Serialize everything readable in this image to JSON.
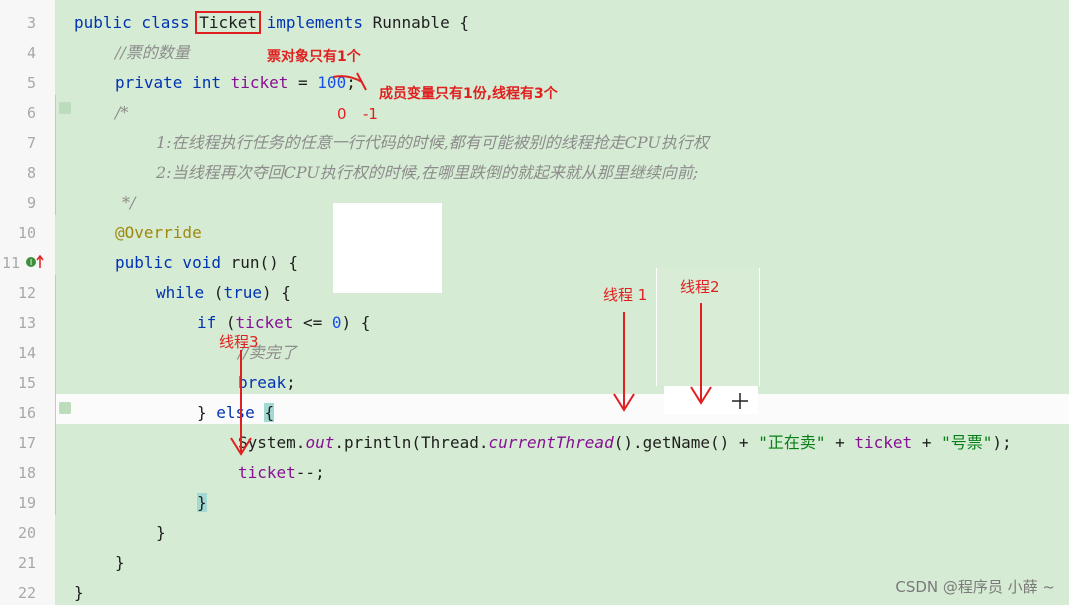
{
  "line_numbers": [
    "3",
    "4",
    "5",
    "6",
    "7",
    "8",
    "9",
    "10",
    "11",
    "12",
    "13",
    "14",
    "15",
    "16",
    "17",
    "18",
    "19",
    "20",
    "21",
    "22"
  ],
  "code": {
    "l3": {
      "kw1": "public class ",
      "cls": "Ticket",
      "kw2": " implements",
      "rest": " Runnable {"
    },
    "l4": {
      "comment": "//票的数量"
    },
    "l5": {
      "kw": "private int ",
      "field": "ticket",
      "op": " = ",
      "num": "100",
      "end": ";"
    },
    "l6": {
      "comment": "/*"
    },
    "l7": {
      "comment": "1:在线程执行任务的任意一行代码的时候,都有可能被别的线程抢走CPU执行权"
    },
    "l8": {
      "comment": "2:当线程再次夺回CPU执行权的时候,在哪里跌倒的就起来就从那里继续向前;"
    },
    "l9": {
      "comment": "*/"
    },
    "l10": {
      "ann": "@Override"
    },
    "l11": {
      "kw": "public void ",
      "rest": "run() {"
    },
    "l12": {
      "kw": "while ",
      "rest1": "(",
      "kw2": "true",
      "rest2": ") {"
    },
    "l13": {
      "kw": "if ",
      "rest1": "(",
      "field": "ticket",
      "rest2": " <= ",
      "num": "0",
      "rest3": ") {"
    },
    "l14": {
      "comment": "//卖完了"
    },
    "l15": {
      "kw": "break",
      "end": ";"
    },
    "l16": {
      "rest": "} ",
      "kw": "else",
      "brace": "{"
    },
    "l17": {
      "p1": "System.",
      "static": "out",
      "p2": ".println(Thread.",
      "static2": "currentThread",
      "p3": "().getName() + ",
      "s1": "\"正在卖\"",
      "p4": " + ",
      "field": "ticket",
      "p5": " + ",
      "s2": "\"号票\"",
      "p6": ");"
    },
    "l18": {
      "field": "ticket",
      "rest": "--;"
    },
    "l19": {
      "brace": "}"
    },
    "l20": {
      "rest": "}"
    },
    "l21": {
      "rest": "}"
    },
    "l22": {
      "rest": "}"
    }
  },
  "annotations": {
    "ticket_object": "票对象只有1个",
    "member_var": "成员变量只有1份,线程有3个",
    "zero": "0",
    "minus_one": "-1",
    "thread1": "线程 1",
    "thread2": "线程2",
    "thread3": "线程3"
  },
  "watermark": "CSDN @程序员 小薛 ~",
  "colors": {
    "code_bg": "#d6ebd3",
    "annotation_red": "#e02020",
    "keyword": "#0033b3",
    "field": "#871094",
    "string": "#067d17",
    "comment": "#8c8c8c"
  }
}
